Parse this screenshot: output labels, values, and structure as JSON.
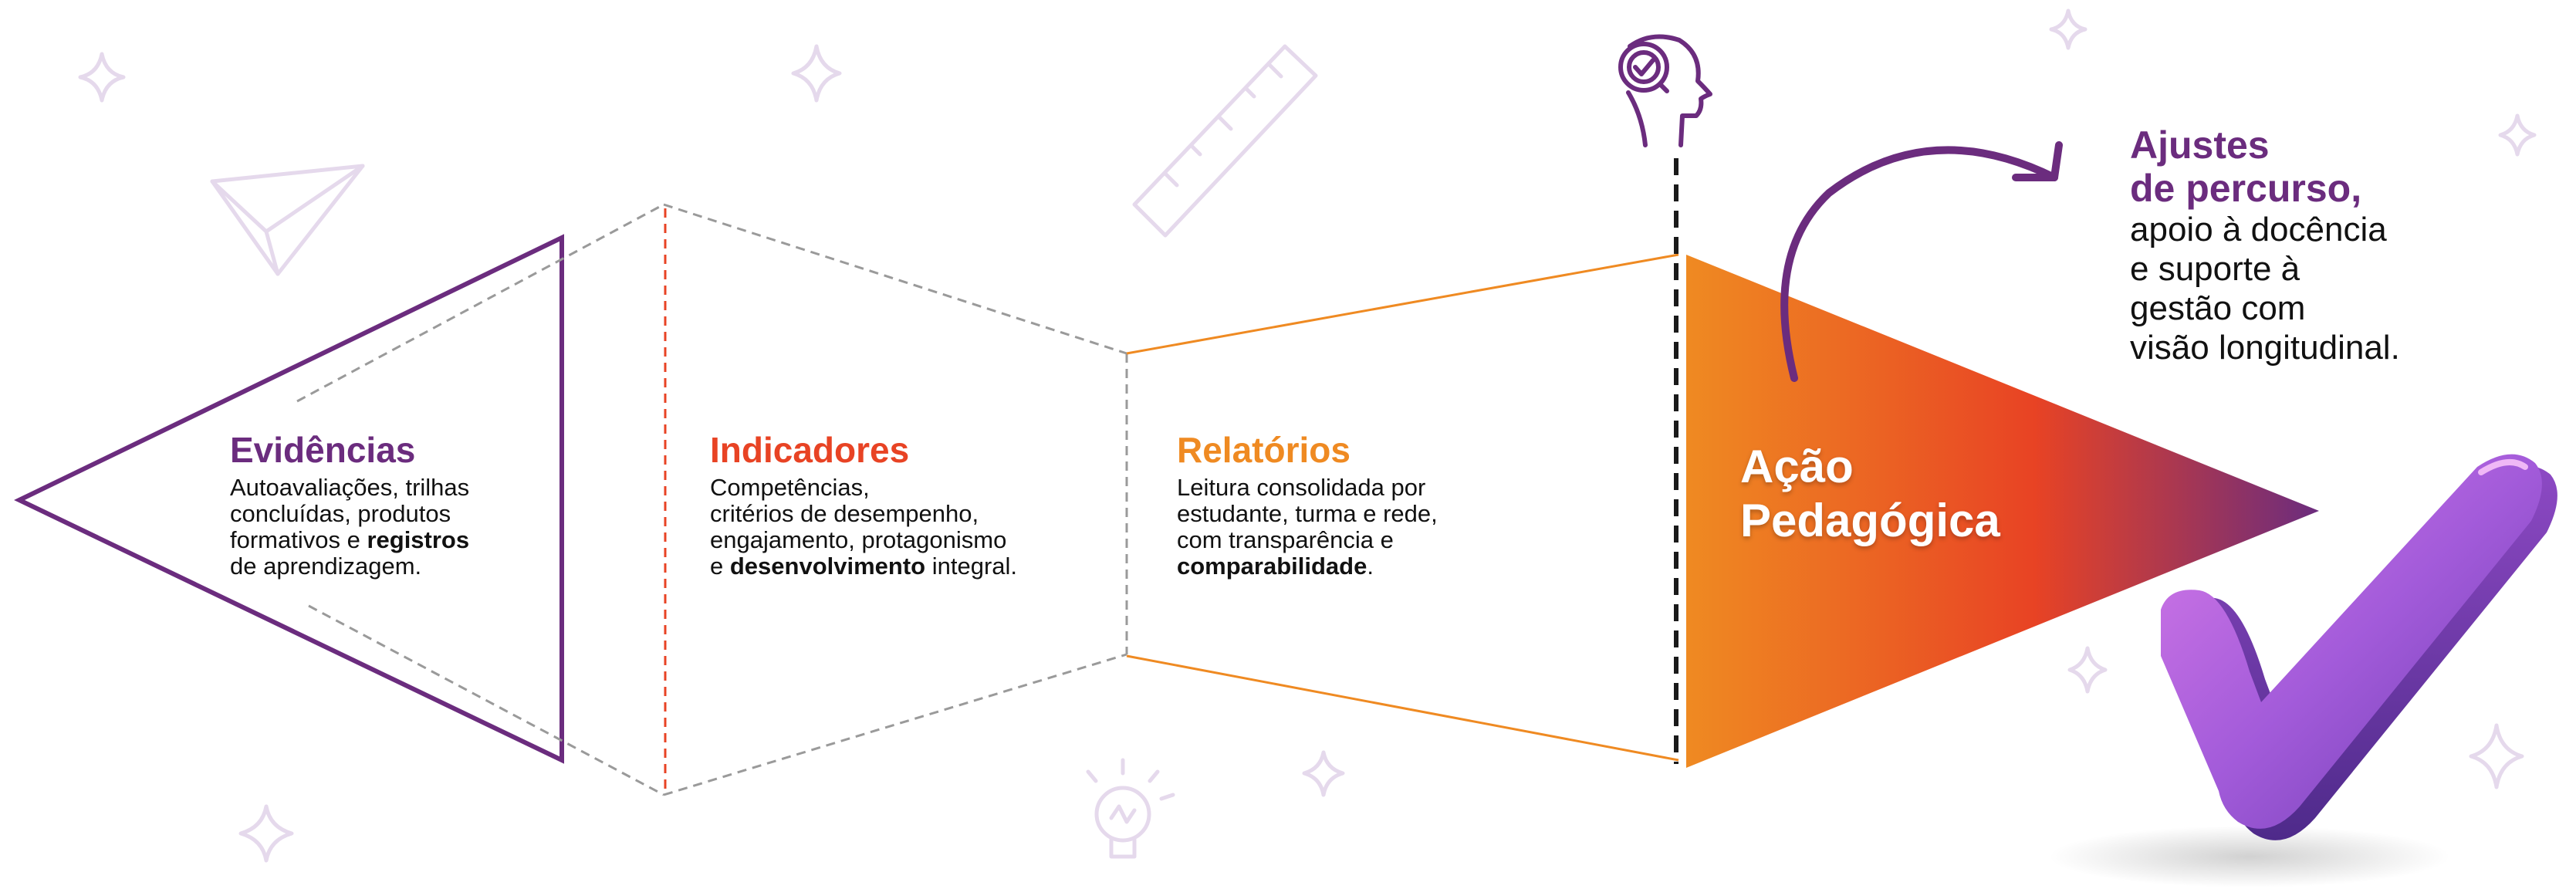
{
  "colors": {
    "purple": "#6B2C7E",
    "red_orange": "#E84324",
    "orange": "#EF8A22",
    "grey_dash": "#9A9A9A",
    "doodle": "#E5D9EC",
    "black": "#111111"
  },
  "stages": [
    {
      "title": "Evidências",
      "color": "#6B2C7E",
      "desc": [
        "Autoavaliações, trilhas",
        "concluídas, produtos"
      ],
      "desc_line3_pre": "formativos e ",
      "desc_line3_bold": "registros",
      "desc_line4": "de aprendizagem."
    },
    {
      "title": "Indicadores",
      "color": "#E84324",
      "desc": [
        "Competências,",
        "critérios de desempenho,",
        "engajamento, protagonismo"
      ],
      "desc_line4_pre": "e ",
      "desc_line4_bold": "desenvolvimento",
      "desc_line4_post": " integral."
    },
    {
      "title": "Relatórios",
      "color": "#EF8A22",
      "desc": [
        "Leitura consolidada por",
        "estudante, turma e rede,",
        "com transparência e"
      ],
      "desc_line4_bold": "comparabilidade",
      "desc_line4_post": "."
    }
  ],
  "final": {
    "title_line1": "Ação",
    "title_line2": "Pedagógica"
  },
  "outcome": {
    "title_line1": "Ajustes",
    "title_line2": "de percurso,",
    "desc": [
      "apoio à docência",
      "e suporte à",
      "gestão com",
      "visão longitudinal."
    ]
  },
  "icons": {
    "head": "head-with-check-icon",
    "checkmark": "big-checkmark-icon",
    "arrow": "curved-arrow-icon"
  }
}
